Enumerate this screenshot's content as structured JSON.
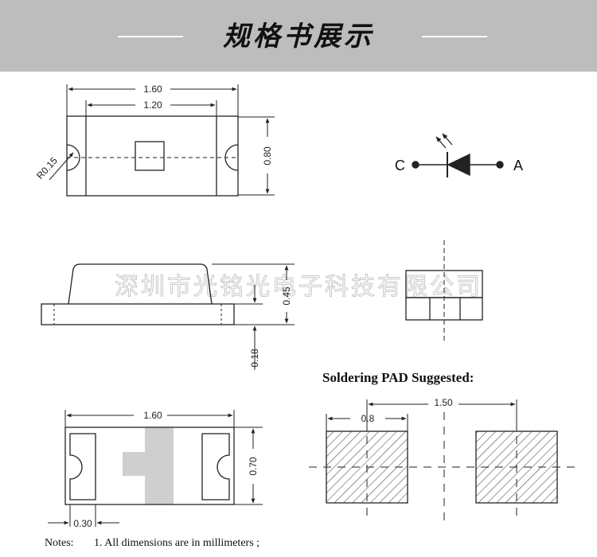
{
  "banner": {
    "title": "规格书展示"
  },
  "top_view": {
    "dim_length": "1.60",
    "dim_inner": "1.20",
    "dim_height": "0.80",
    "radius": "R0.15"
  },
  "symbol": {
    "cathode": "C",
    "anode": "A"
  },
  "side_view": {
    "dim_total_height": "0.45",
    "dim_base_height": "0.18"
  },
  "watermark": "深圳市光铭光电子科技有限公司",
  "bottom_view": {
    "dim_length": "1.60",
    "dim_height": "0.70",
    "dim_terminal": "0.30"
  },
  "pad": {
    "title": "Soldering PAD Suggested:",
    "dim_span": "1.50",
    "dim_pad_width": "0.8"
  },
  "notes": {
    "label": "Notes:",
    "item1": "1. All dimensions are in millimeters ;"
  },
  "colors": {
    "banner": "#bdbdbd",
    "lens": "#cfcfcf",
    "line": "#222222"
  }
}
